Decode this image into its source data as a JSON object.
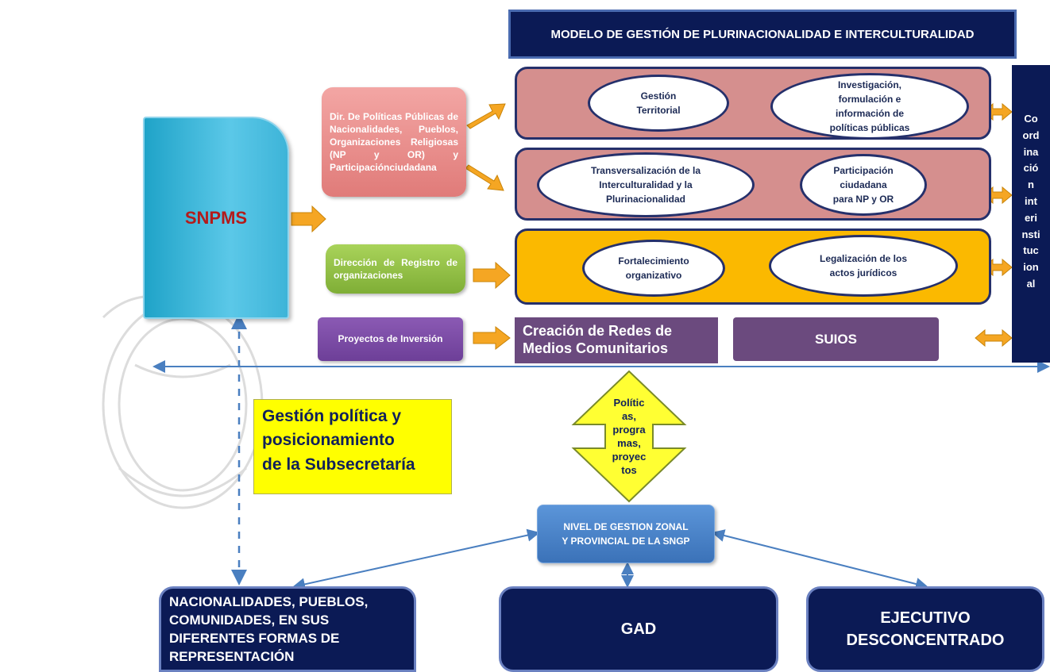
{
  "title": "MODELO DE GESTIÓN DE PLURINACIONALIDAD E INTERCULTURALIDAD",
  "snpms": "SNPMS",
  "directions": {
    "politicas": "Dir. De Políticas Públicas de Nacionalidades, Pueblos, Organizaciones Religiosas (NP y OR) y Participaciónciudadana",
    "registro": "Dirección de Registro de organizaciones",
    "proyectos": "Proyectos de Inversión"
  },
  "band1": {
    "item1": "Gestión\nTerritorial",
    "item2": "Investigación,\nformulación e\ninformación de\npolíticas públicas"
  },
  "band2": {
    "item1": "Transversalización de la\nInterculturalidad y la\nPlurinacionalidad",
    "item2": "Participación\nciudadana\npara NP y OR"
  },
  "band3": {
    "item1": "Fortalecimiento\norganizativo",
    "item2": "Legalización de los\nactos jurídicos"
  },
  "redes": "Creación de Redes de\nMedios Comunitarios",
  "suios": "SUIOS",
  "coordinacion": "Co\nord\nina\nció\nn\nint\neri\nnsti\ntuc\nion\nal",
  "gestion_politica": "Gestión política y\nposicionamiento\nde la Subsecretaría",
  "politicas_arrow": "Polític\nas,\nprogra\nmas,\nproyec\ntos",
  "nivel": "NIVEL DE GESTION ZONAL\nY PROVINCIAL DE LA SNGP",
  "bottom": {
    "nacionalidades": "NACIONALIDADES, PUEBLOS,\nCOMUNIDADES, EN SUS\nDIFERENTES FORMAS DE\nREPRESENTACIÓN",
    "gad": "GAD",
    "ejecutivo": "EJECUTIVO\nDESCONCENTRADO"
  },
  "colors": {
    "navy": "#0b1a55",
    "rose": "#d58f8e",
    "amber": "#fbb900",
    "purple": "#6b4a7e",
    "yellow": "#ffff00",
    "arrow_orange": "#f5a623",
    "connector_blue": "#4a7fc0"
  }
}
